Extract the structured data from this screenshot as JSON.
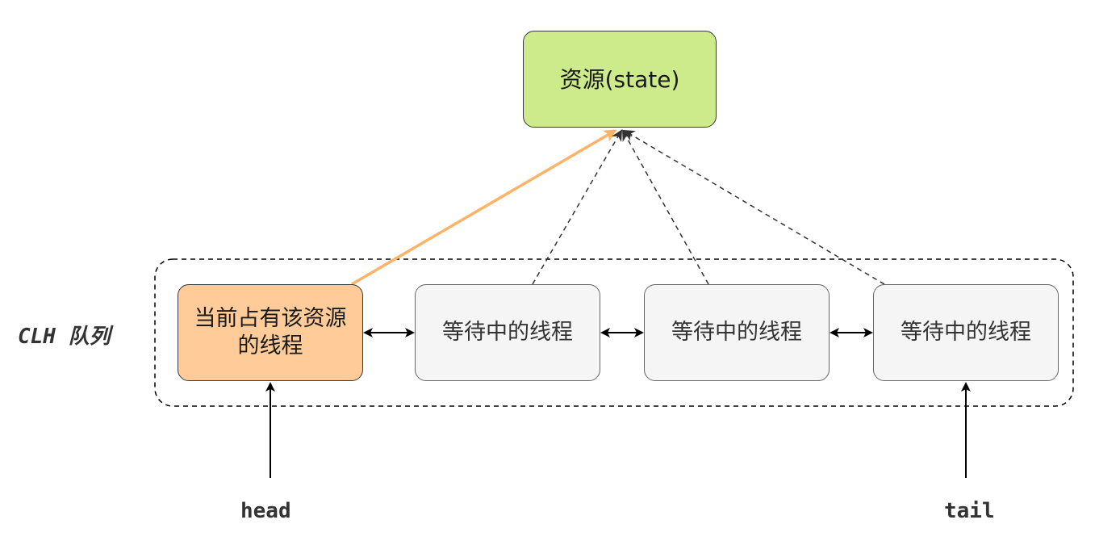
{
  "resource": {
    "label": "资源(state)"
  },
  "queue": {
    "label": "CLH 队列",
    "nodes": [
      {
        "label": "当前占有该资源\n的线程",
        "role": "owner"
      },
      {
        "label": "等待中的线程",
        "role": "waiting"
      },
      {
        "label": "等待中的线程",
        "role": "waiting"
      },
      {
        "label": "等待中的线程",
        "role": "waiting"
      }
    ]
  },
  "pointers": {
    "head": "head",
    "tail": "tail"
  },
  "colors": {
    "resource_fill": "#cdeb8b",
    "owner_fill": "#ffcc99",
    "waiting_fill": "#f5f5f5",
    "owner_arrow": "#ffb366",
    "edge": "#333333"
  }
}
